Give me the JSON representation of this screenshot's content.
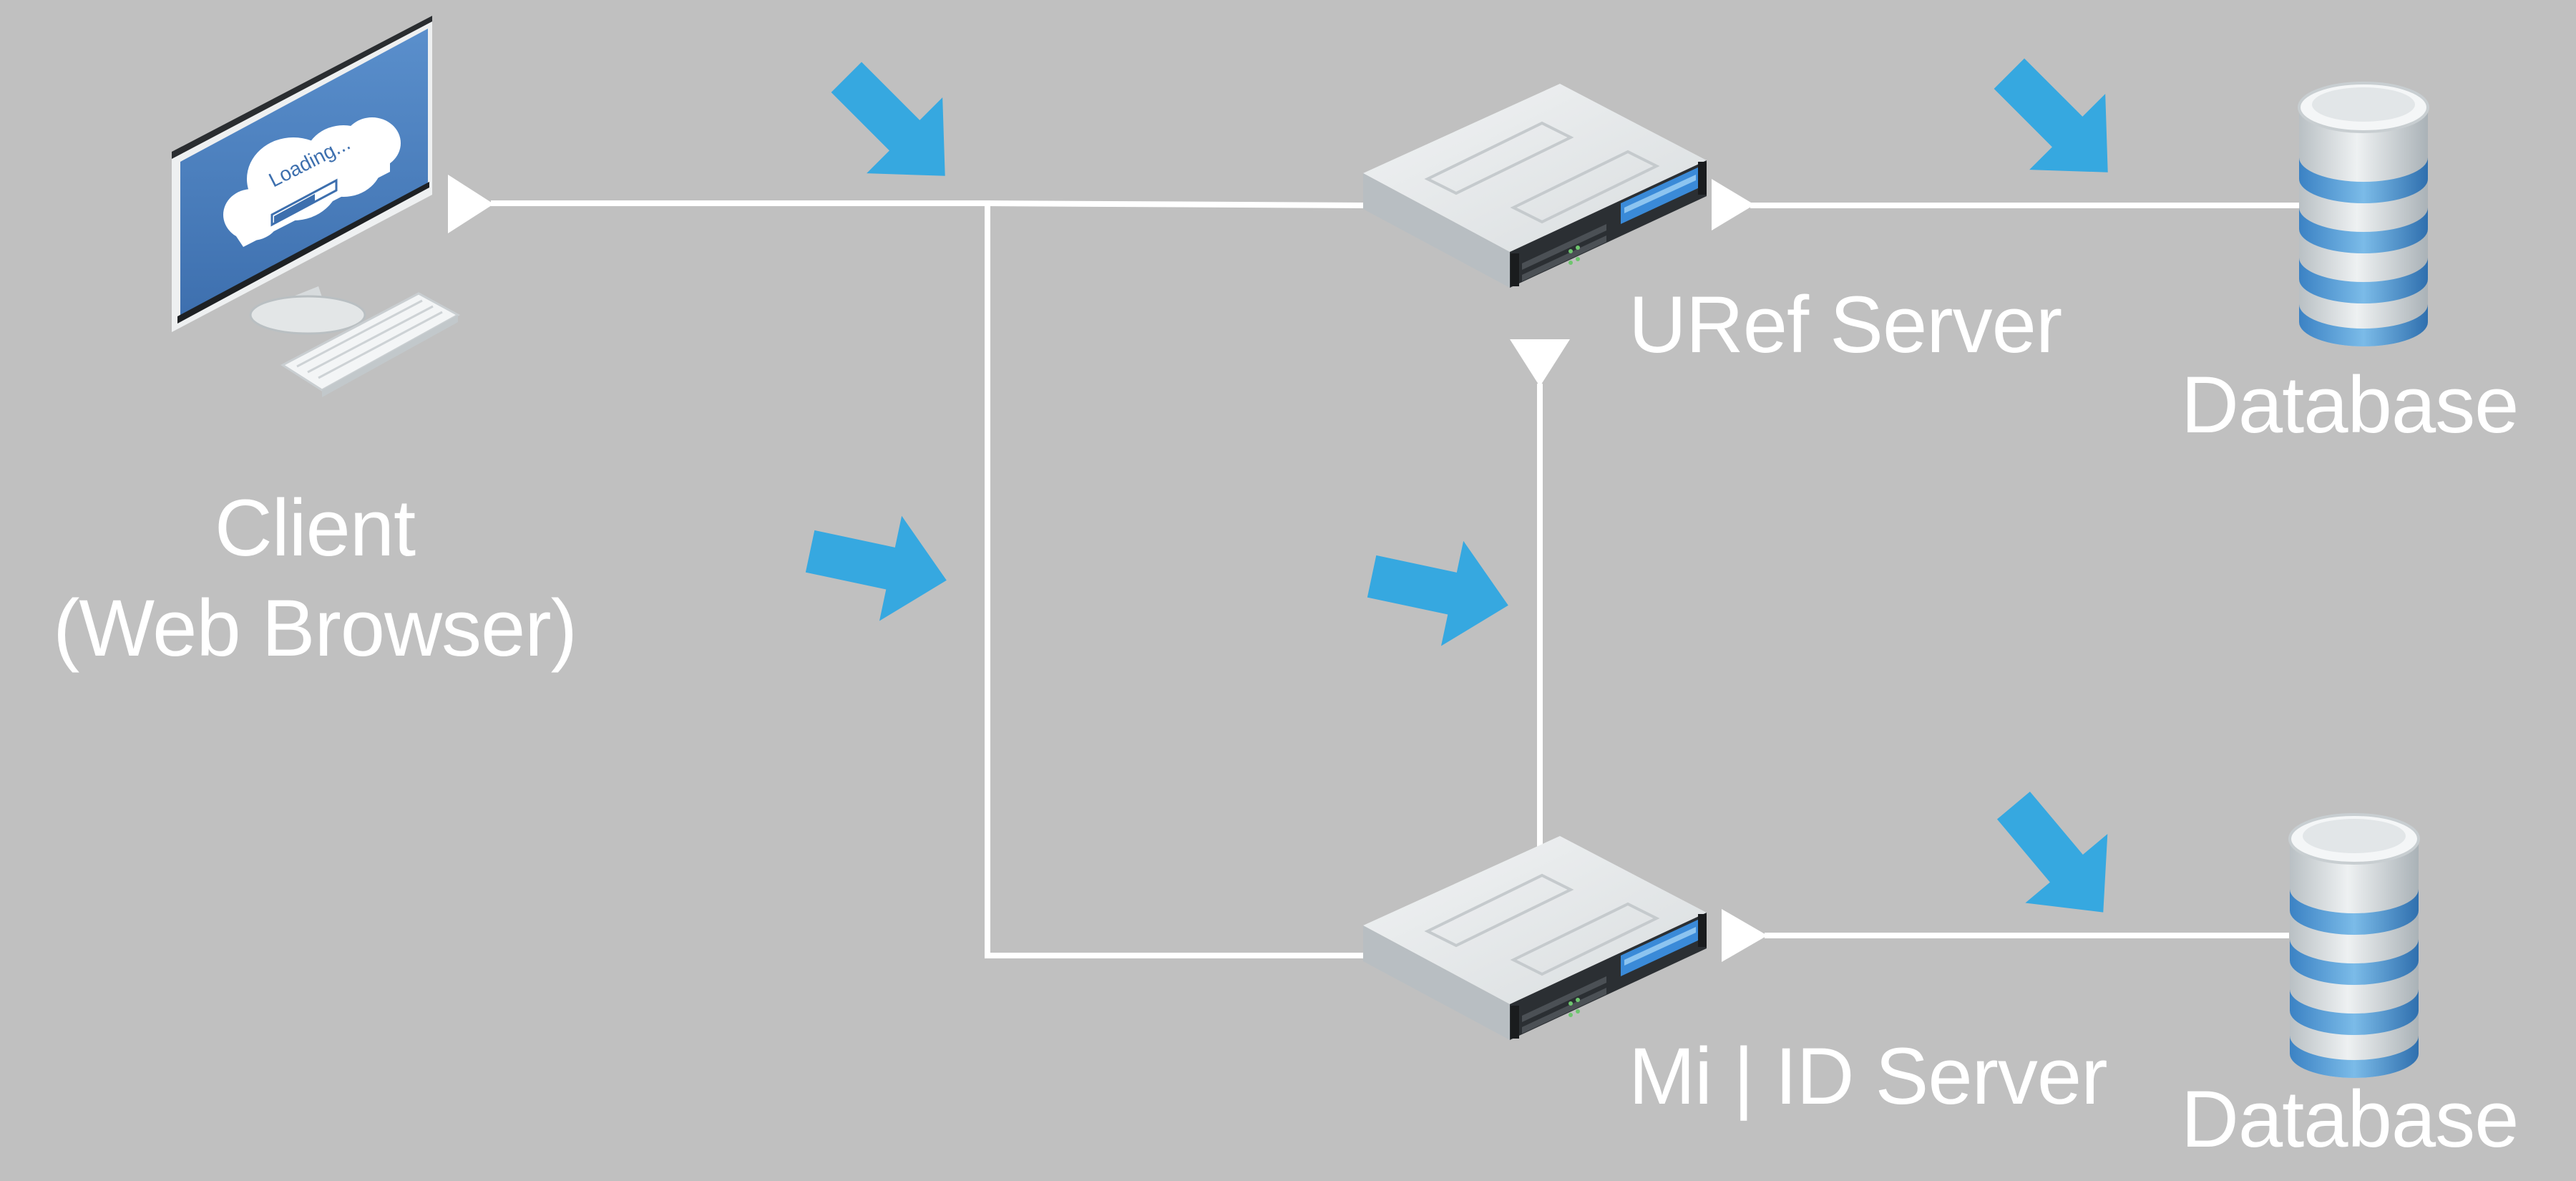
{
  "colors": {
    "background": "#c0c0c0",
    "connector": "#ffffff",
    "flow_arrow": "#36a8e0",
    "monitor_screen": "#4a7fbf",
    "server_body": "#e6e9ea",
    "server_front": "#2b2f33",
    "server_display": "#3a8ad8",
    "database_disk": "#dfe3e5",
    "database_band": "#5aa0d6"
  },
  "nodes": {
    "client": {
      "icon": "monitor-icon",
      "screen_text": "Loading...",
      "label_line1": "Client",
      "label_line2": "(Web Browser)"
    },
    "uref_server": {
      "icon": "server-icon",
      "label": "URef Server"
    },
    "miid_server": {
      "icon": "server-icon",
      "label": "Mi | ID Server"
    },
    "database_top": {
      "icon": "database-icon",
      "label": "Database"
    },
    "database_bottom": {
      "icon": "database-icon",
      "label": "Database"
    }
  },
  "edges": [
    {
      "from": "client",
      "to": "uref_server"
    },
    {
      "from": "client",
      "to": "miid_server"
    },
    {
      "from": "uref_server",
      "to": "miid_server"
    },
    {
      "from": "uref_server",
      "to": "database_top"
    },
    {
      "from": "miid_server",
      "to": "database_bottom"
    }
  ]
}
